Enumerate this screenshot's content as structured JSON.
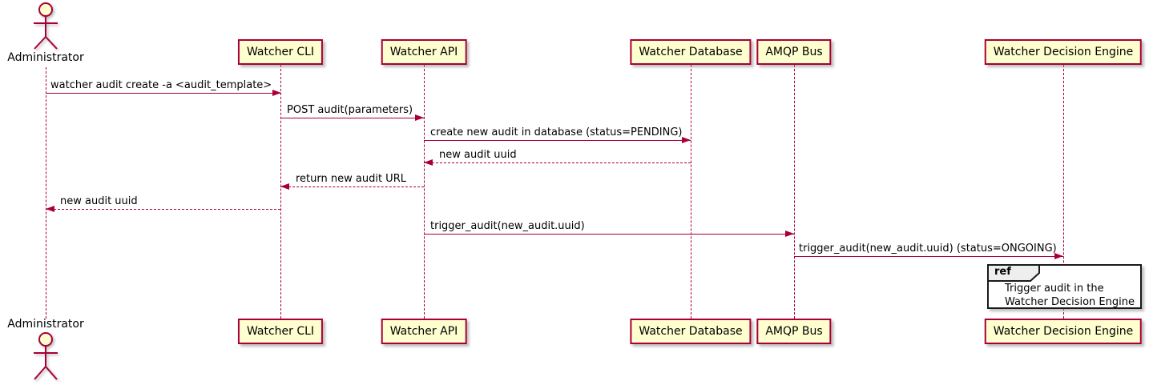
{
  "diagram": {
    "type": "plantuml-sequence",
    "colors": {
      "participant_fill": "#FEFECE",
      "participant_border": "#A80036",
      "line": "#A80036",
      "text": "#000000",
      "ref_border": "#1A1A1A",
      "ref_header_fill": "#EEEEEE"
    },
    "actor": {
      "name": "Administrator"
    },
    "participants": [
      {
        "name": "Watcher CLI"
      },
      {
        "name": "Watcher API"
      },
      {
        "name": "Watcher Database"
      },
      {
        "name": "AMQP Bus"
      },
      {
        "name": "Watcher Decision Engine"
      }
    ],
    "messages": [
      {
        "label": "watcher audit create -a <audit_template>",
        "from": "Administrator",
        "to": "Watcher CLI",
        "style": "solid"
      },
      {
        "label": "POST audit(parameters)",
        "from": "Watcher CLI",
        "to": "Watcher API",
        "style": "solid"
      },
      {
        "label": "create new audit in database (status=PENDING)",
        "from": "Watcher API",
        "to": "Watcher Database",
        "style": "solid"
      },
      {
        "label": "new audit uuid",
        "from": "Watcher Database",
        "to": "Watcher API",
        "style": "dashed"
      },
      {
        "label": "return new audit URL",
        "from": "Watcher API",
        "to": "Watcher CLI",
        "style": "dashed"
      },
      {
        "label": "new audit uuid",
        "from": "Watcher CLI",
        "to": "Administrator",
        "style": "dashed"
      },
      {
        "label": "trigger_audit(new_audit.uuid)",
        "from": "Watcher API",
        "to": "AMQP Bus",
        "style": "solid"
      },
      {
        "label": "trigger_audit(new_audit.uuid) (status=ONGOING)",
        "from": "AMQP Bus",
        "to": "Watcher Decision Engine",
        "style": "solid"
      }
    ],
    "ref": {
      "keyword": "ref",
      "lines": {
        "0": "Trigger audit in the",
        "1": "Watcher Decision Engine"
      }
    }
  }
}
